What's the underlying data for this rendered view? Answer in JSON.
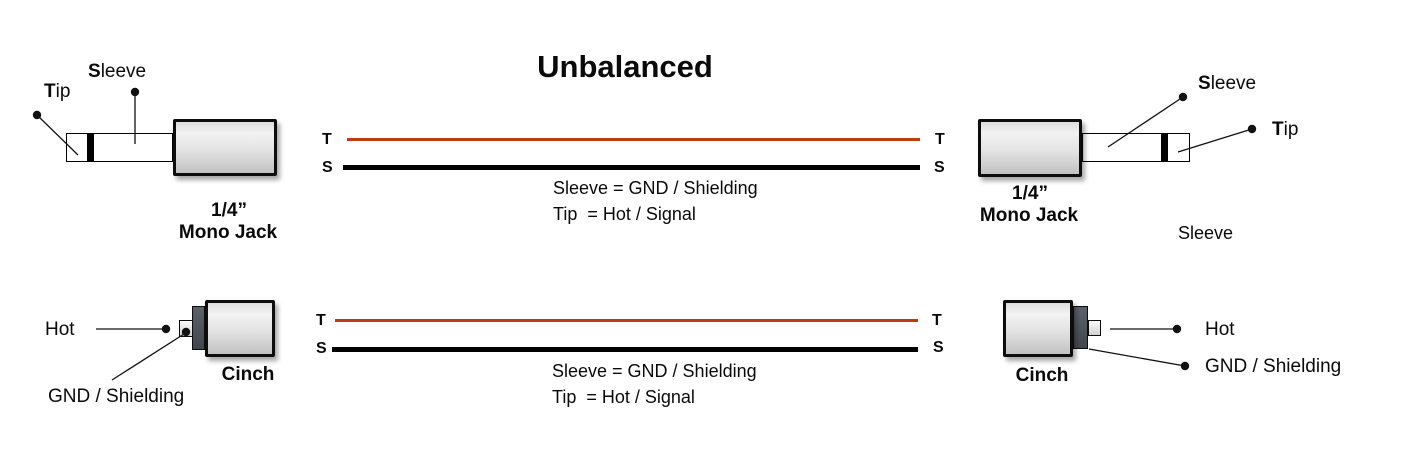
{
  "title": "Unbalanced",
  "colors": {
    "hot_wire": "#c23a10",
    "gnd_wire": "#000000",
    "connector_collar": "#4c5158",
    "connector_body_light": "#f2f2f2",
    "connector_body_dark": "#c2c2c2"
  },
  "wires": {
    "tip": "T",
    "sleeve": "S"
  },
  "top_row": {
    "left_jack": {
      "tip_label_bold": "T",
      "tip_label_rest": "ip",
      "sleeve_label_bold": "S",
      "sleeve_label_rest": "leeve",
      "caption_size": "1/4”",
      "caption_type": "Mono Jack"
    },
    "right_jack": {
      "sleeve_label_bold": "S",
      "sleeve_label_rest": "leeve",
      "tip_label_bold": "T",
      "tip_label_rest": "ip",
      "caption_size": "1/4”",
      "caption_type": "Mono Jack",
      "sleeve_note": "Sleeve"
    },
    "legend": {
      "line1": "Sleeve = GND / Shielding",
      "line2": "Tip  = Hot / Signal"
    }
  },
  "bottom_row": {
    "left_cinch": {
      "hot_label": "Hot",
      "gnd_label": "GND / Shielding",
      "caption": "Cinch"
    },
    "right_cinch": {
      "hot_label": "Hot",
      "gnd_label": "GND / Shielding",
      "caption": "Cinch"
    },
    "legend": {
      "line1": "Sleeve = GND / Shielding",
      "line2": "Tip  = Hot / Signal"
    }
  }
}
